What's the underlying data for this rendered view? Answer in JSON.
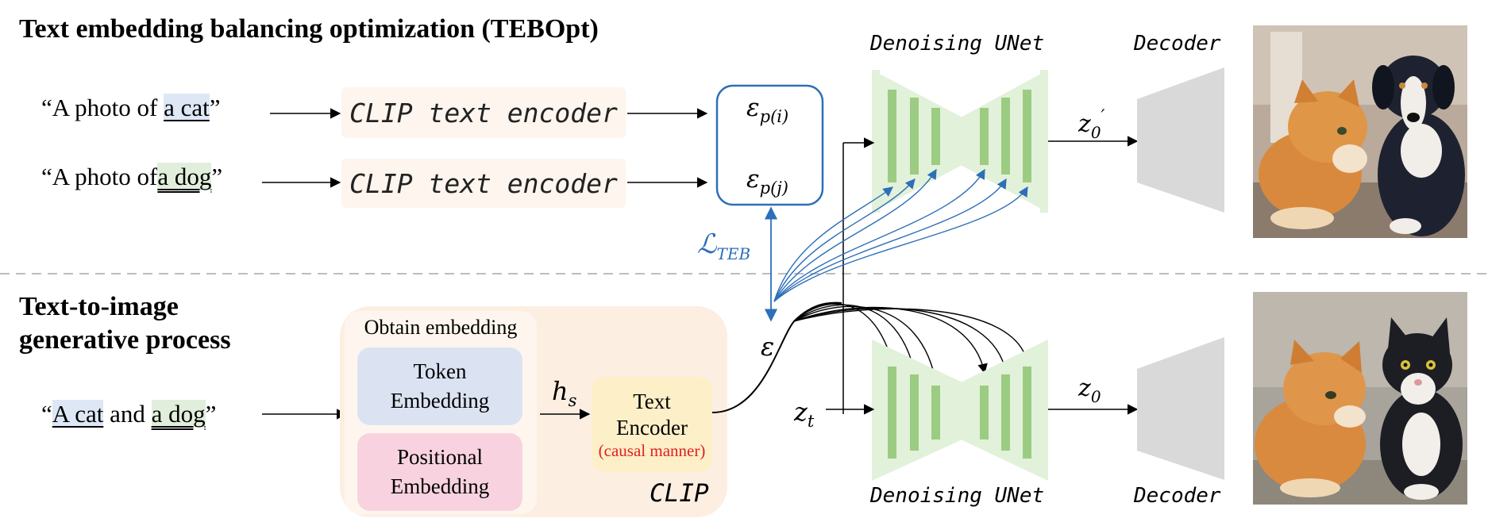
{
  "top": {
    "heading": "Text embedding balancing optimization (TEBOpt)",
    "prompt1": {
      "before": "“A photo of ",
      "highlight": "a cat",
      "after": "”"
    },
    "prompt2": {
      "before": "“A photo of",
      "highlight": "a dog",
      "after": "”"
    },
    "encoder1": "CLIP text encoder",
    "encoder2": "CLIP text encoder",
    "eps_i": {
      "base": "ε",
      "sub": "p(i)"
    },
    "eps_j": {
      "base": "ε",
      "sub": "p(j)"
    },
    "loss": {
      "base": "ℒ",
      "sub": "TEB"
    },
    "unet_label": "Denoising UNet",
    "z0prime": {
      "base": "z",
      "sub": "0",
      "sup": "′"
    },
    "decoder_label": "Decoder"
  },
  "bottom": {
    "heading_line1": "Text-to-image",
    "heading_line2": "generative process",
    "prompt": {
      "open": "“",
      "part1": "A cat",
      "middle": " and ",
      "part2": "a dog",
      "close": "”"
    },
    "obtain_embedding": "Obtain embedding",
    "token_embedding_1": "Token",
    "token_embedding_2": "Embedding",
    "positional_embedding_1": "Positional",
    "positional_embedding_2": "Embedding",
    "hs": {
      "base": "h",
      "sub": "s"
    },
    "text_encoder_1": "Text",
    "text_encoder_2": "Encoder",
    "causal_note": "(causal manner)",
    "clip_label": "CLIP",
    "epsilon": "ε",
    "zt": {
      "base": "z",
      "sub": "t"
    },
    "z0": {
      "base": "z",
      "sub": "0"
    },
    "unet_label": "Denoising UNet",
    "decoder_label": "Decoder"
  },
  "colors": {
    "blue_accent": "#2d6fb8",
    "unet_fill": "#e2f1da",
    "unet_bar": "#9ccc82",
    "decoder_fill": "#d9d9d9",
    "clip_box": "#fdf5ee",
    "clip_outer": "#fcefe2",
    "token_box": "#dbe3f3",
    "positional_box": "#f8d3df",
    "text_encoder_box": "#fdefc8",
    "causal_text": "#e02020"
  },
  "icons": {
    "photo_top": "cat-and-dog-photo-icon",
    "photo_bottom": "two-cats-photo-icon"
  }
}
